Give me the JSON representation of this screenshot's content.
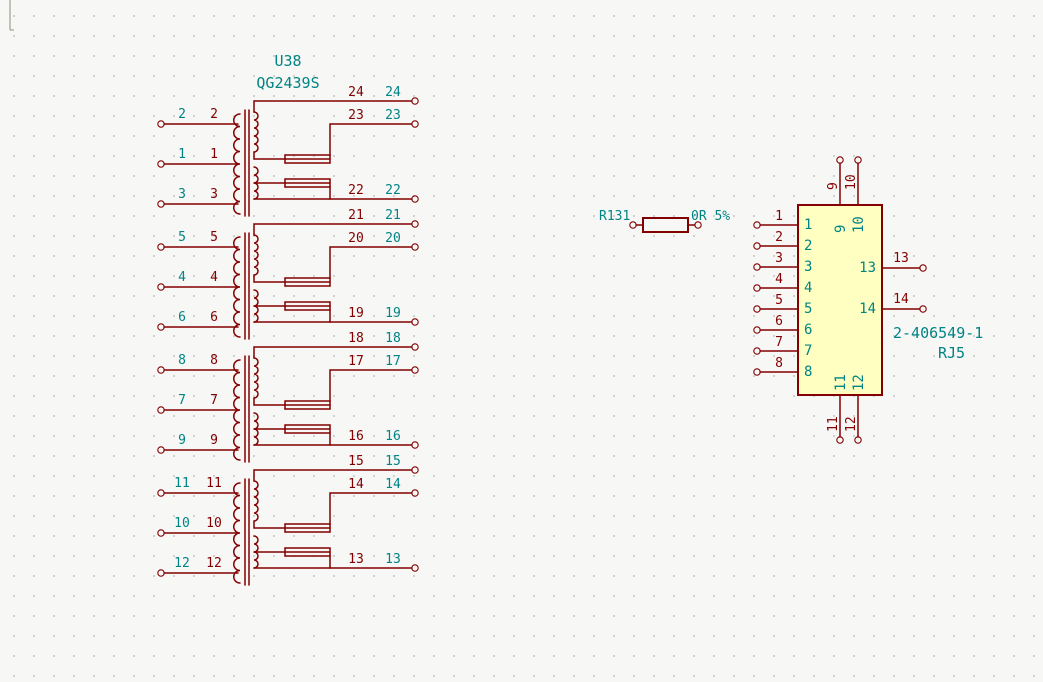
{
  "colors": {
    "wire": "#840000",
    "pin_number": "#840000",
    "label": "#008484",
    "body_fill": "#ffffc2",
    "background": "#f7f7f6",
    "grid_dot": "#c6c6c6"
  },
  "transformer": {
    "ref": "U38",
    "value": "QG2439S",
    "sections": [
      {
        "left_pins": [
          "2",
          "1",
          "3"
        ],
        "right_pins": [
          "24",
          "23",
          "22"
        ]
      },
      {
        "left_pins": [
          "5",
          "4",
          "6"
        ],
        "right_pins": [
          "21",
          "20",
          "19"
        ]
      },
      {
        "left_pins": [
          "8",
          "7",
          "9"
        ],
        "right_pins": [
          "18",
          "17",
          "16"
        ]
      },
      {
        "left_pins": [
          "11",
          "10",
          "12"
        ],
        "right_pins": [
          "15",
          "14",
          "13"
        ]
      }
    ]
  },
  "resistor": {
    "ref": "R131",
    "value": "0R 5%"
  },
  "connector": {
    "ref": "RJ5",
    "part_number": "2-406549-1",
    "left_pins": [
      "1",
      "2",
      "3",
      "4",
      "5",
      "6",
      "7",
      "8"
    ],
    "top_pins": [
      "9",
      "10"
    ],
    "right_pins": [
      "13",
      "14"
    ],
    "bottom_pins": [
      "11",
      "12"
    ]
  }
}
